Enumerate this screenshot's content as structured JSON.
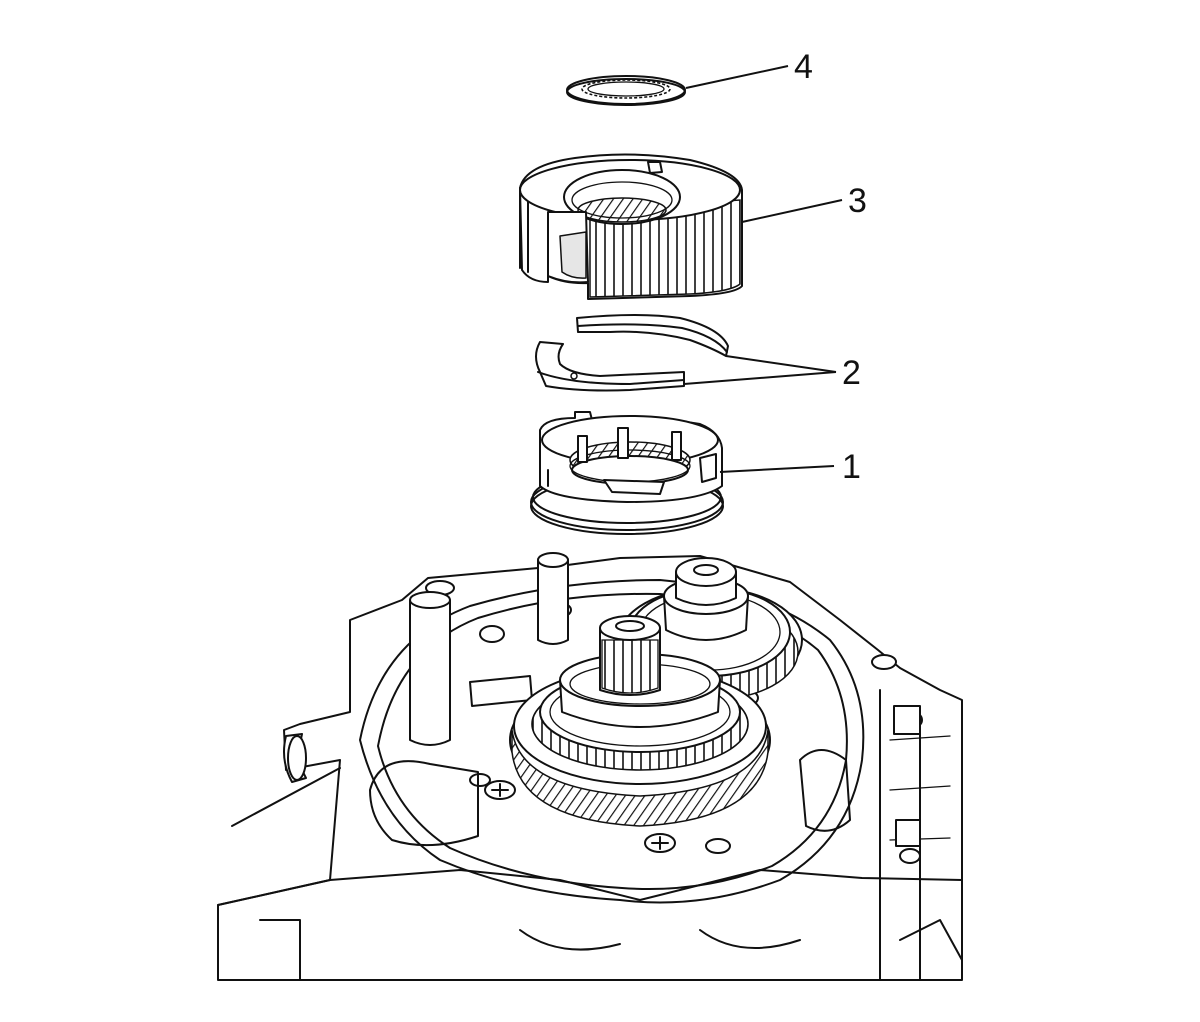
{
  "callouts": [
    {
      "number": "1"
    },
    {
      "number": "2"
    },
    {
      "number": "3"
    },
    {
      "number": "4"
    }
  ],
  "colors": {
    "line": "#111111",
    "background": "#ffffff"
  }
}
